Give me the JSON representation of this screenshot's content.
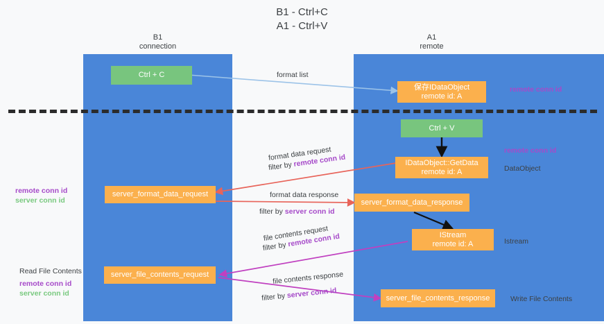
{
  "title": "B1 - Ctrl+C\nA1 - Ctrl+V",
  "lanes": [
    {
      "name": "b1",
      "header": "B1\nconnection"
    },
    {
      "name": "a1",
      "header": "A1\nremote"
    }
  ],
  "colors": {
    "lane_blue": "#4a86d8",
    "box_green": "#78c57e",
    "box_orange": "#fbb04d",
    "purple": "#a64ac9",
    "green_text": "#79c97f",
    "arrow_blue": "#9cc3e8",
    "arrow_red": "#e8645a",
    "arrow_magenta": "#c040c0",
    "arrow_black": "#000000",
    "background": "#f8f9fa"
  },
  "boxes": {
    "ctrl_c": "Ctrl + C",
    "ctrl_v": "Ctrl + V",
    "save_idataobject": "保存IDataObject\nremote id: A",
    "get_data": "IDataObject::GetData\nremote id: A",
    "server_format_data_request": "server_format_data_request",
    "server_format_data_response": "server_format_data_response",
    "istream": "IStream\nremote id: A",
    "server_file_contents_request": "server_file_contents_request",
    "server_file_contents_response": "server_file_contents_response"
  },
  "edge_labels": {
    "format_list": "format list",
    "format_data_request": "format data request",
    "format_data_request_filter_prefix": "filter by ",
    "format_data_request_filter_value": "remote conn id",
    "format_data_response": "format data response",
    "format_data_response_filter_prefix": "filter by ",
    "format_data_response_filter_value": "server conn id",
    "file_contents_request": "file contents request",
    "file_contents_request_filter_prefix": "filter by ",
    "file_contents_request_filter_value": "remote conn id",
    "file_contents_response": "file contents response",
    "file_contents_response_filter_prefix": "filter by ",
    "file_contents_response_filter_value": "server conn id"
  },
  "side_labels": {
    "right_remote_conn_id_top": "remote conn id",
    "right_remote_conn_id_mid": "remote conn id",
    "right_dataobject": "DataObject",
    "right_istream": "Istream",
    "right_write_file_contents": "Write File Contents",
    "left_remote_conn_id_mid": "remote conn id",
    "left_server_conn_id_mid": "server conn id",
    "left_read_file_contents": "Read File Contents",
    "left_remote_conn_id_bottom": "remote conn id",
    "left_server_conn_id_bottom": "server conn id"
  }
}
